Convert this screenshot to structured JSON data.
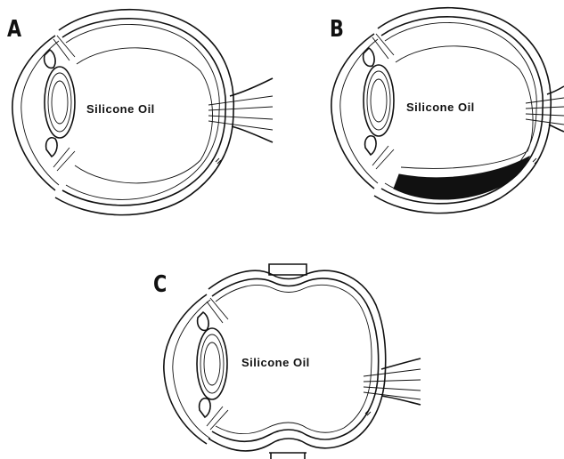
{
  "panels": [
    {
      "letter": "A",
      "label": "Silicone Oil"
    },
    {
      "letter": "B",
      "label": "Silicone Oil"
    },
    {
      "letter": "C",
      "label": "Silicone Oil"
    }
  ]
}
